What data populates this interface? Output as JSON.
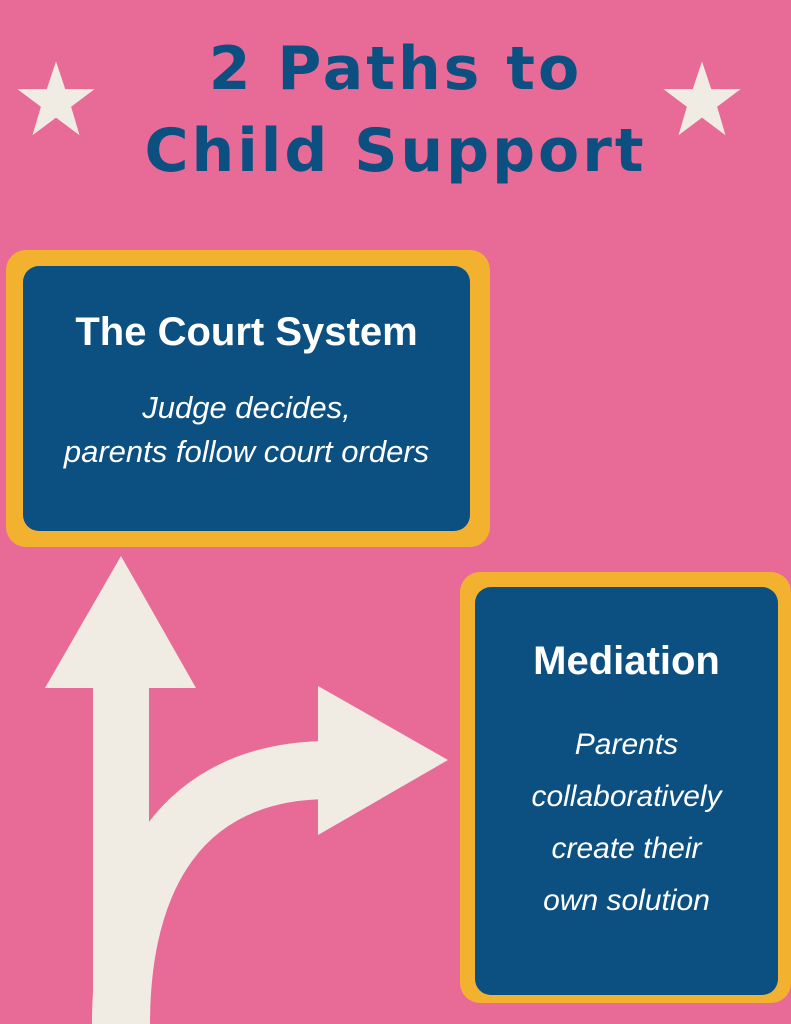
{
  "title": {
    "line1": "2 Paths to",
    "line2": "Child Support"
  },
  "colors": {
    "background": "#e86a96",
    "title": "#0b5080",
    "card_fill": "#0b5080",
    "card_border": "#f2b22f",
    "arrow": "#f0ece4",
    "star": "#f0ece4"
  },
  "court_system": {
    "heading": "The Court System",
    "description_line1": "Judge decides,",
    "description_line2": "parents follow court orders"
  },
  "mediation": {
    "heading": "Mediation",
    "description_lines": [
      "Parents",
      "collaboratively",
      "create their",
      "own solution"
    ]
  },
  "icons": [
    "star-icon",
    "star-icon",
    "fork-arrow-icon"
  ]
}
